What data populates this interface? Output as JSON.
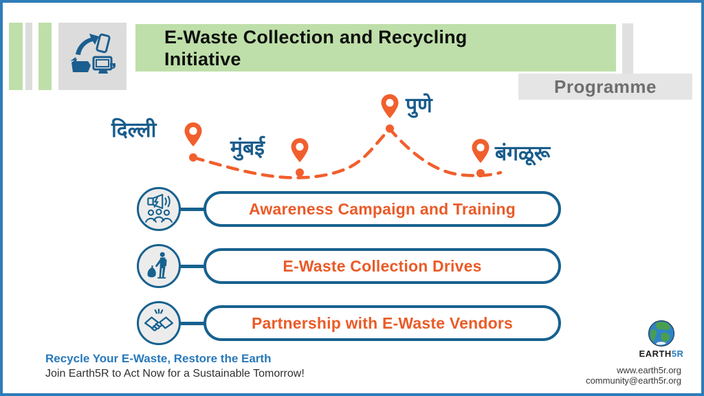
{
  "header": {
    "title_line1": "E-Waste Collection and Recycling",
    "title_line2": "Initiative",
    "badge": "Programme",
    "logo_icon": "ewaste-recycling-icon"
  },
  "map": {
    "cities": [
      {
        "name": "दिल्ली"
      },
      {
        "name": "मुंबई"
      },
      {
        "name": "पुणे"
      },
      {
        "name": "बंगळूरू"
      }
    ]
  },
  "items": [
    {
      "label": "Awareness Campaign and Training",
      "icon": "awareness-megaphone-people-icon"
    },
    {
      "label": "E-Waste Collection Drives",
      "icon": "waste-collector-icon"
    },
    {
      "label": "Partnership with E-Waste Vendors",
      "icon": "handshake-icon"
    }
  ],
  "footer": {
    "tagline_bold": "Recycle Your E-Waste, Restore the Earth",
    "tagline": "Join Earth5R to Act Now for a Sustainable Tomorrow!"
  },
  "brand": {
    "wordmark_earth": "EARTH",
    "wordmark_5r": "5R",
    "website": "www.earth5r.org",
    "email": "community@earth5r.org"
  },
  "colors": {
    "border_blue": "#2e7cb8",
    "dark_blue": "#17618f",
    "city_blue": "#1a5c8c",
    "orange_text": "#ea5b28",
    "pin_orange": "#f15f2d",
    "banner_green": "#bedfa9",
    "gray_box": "#dcdcdc",
    "badge_gray": "#e5e5e5",
    "badge_text": "#6e6e6e",
    "tagline_blue": "#2878ba"
  }
}
